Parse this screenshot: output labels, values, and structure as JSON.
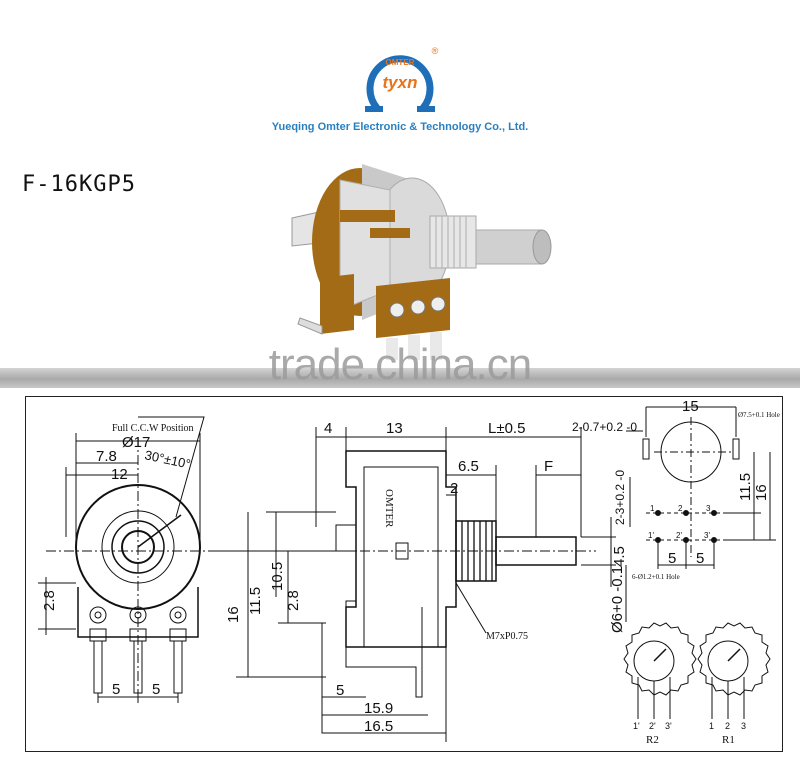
{
  "header": {
    "brand_arc": "OMTER",
    "brand_script": "tyxn",
    "registered": "®",
    "company": "Yueqing Omter Electronic & Technology Co., Ltd.",
    "model": "F-16KGP5",
    "watermark": "trade.china.cn"
  },
  "front_view": {
    "note": "Full C.C.W Position",
    "d17": "Ø17",
    "d7_8": "7.8",
    "d12": "12",
    "angle": "30°±10°",
    "d2_8": "2.8",
    "pitch1": "5",
    "pitch2": "5"
  },
  "side_view": {
    "d4": "4",
    "d13": "13",
    "dL": "L±0.5",
    "d6_5": "6.5",
    "dF": "F",
    "d2": "2",
    "d10_5": "10.5",
    "d11_5": "11.5",
    "d16": "16",
    "d2_8": "2.8",
    "d4_5": "4.5",
    "shaft_dia": "Ø6+0 -0.1",
    "thread": "M7xP0.75",
    "d5": "5",
    "d15_9": "15.9",
    "d16_5": "16.5",
    "body_text": "OMTER"
  },
  "pcb_view": {
    "d2_07": "2-0.7+0.2 -0",
    "d15": "15",
    "hole1": "Ø7.5+0.1 Hole",
    "d2_3": "2-3+0.2 -0",
    "d11_5": "11.5",
    "d16": "16",
    "pitch1": "5",
    "pitch2": "5",
    "hole2": "6-Ø1.2+0.1 Hole",
    "pins_top": [
      "1",
      "2",
      "3"
    ],
    "pins_bottom": [
      "1'",
      "2'",
      "3'"
    ]
  },
  "schematic": {
    "r2_label": "R2",
    "r1_label": "R1",
    "r2_pins": [
      "1'",
      "2'",
      "3'"
    ],
    "r1_pins": [
      "1",
      "2",
      "3"
    ]
  }
}
